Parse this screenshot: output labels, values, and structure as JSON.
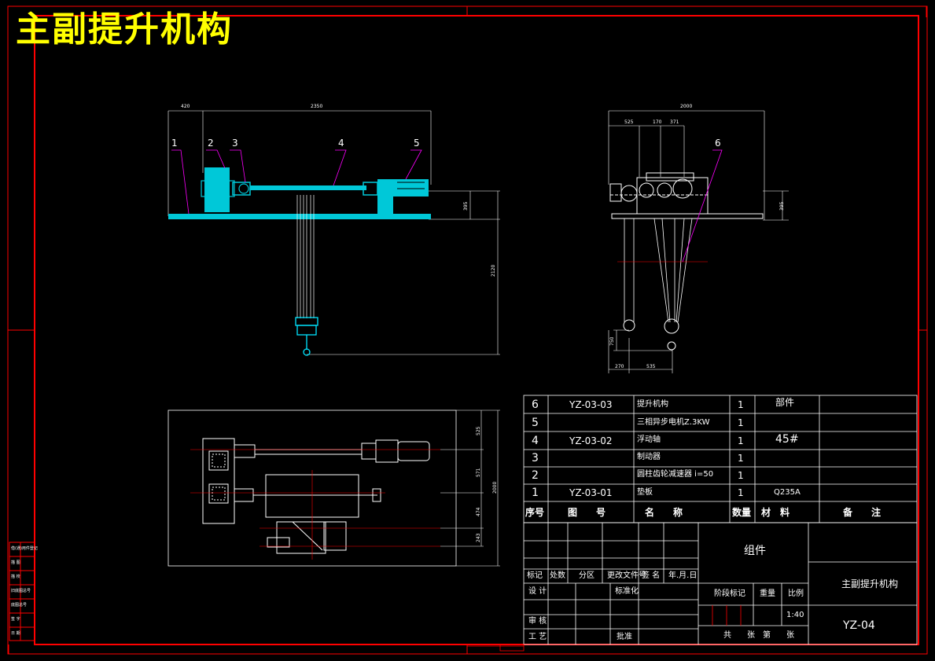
{
  "drawing": {
    "title": "主副提升机构",
    "colors": {
      "frame": "#ff0000",
      "accent": "#00e5ff",
      "text": "#ffffff",
      "title": "#ffff00",
      "leader": "#ff00ff"
    }
  },
  "front_view": {
    "dims": {
      "left": "420",
      "top": "2350",
      "right": "395",
      "vertical": "2120"
    },
    "callouts": [
      "1",
      "2",
      "3",
      "4",
      "5"
    ]
  },
  "side_view": {
    "dims": {
      "top": "2000",
      "sub1": "525",
      "sub2": "170",
      "sub3": "371",
      "right": "395",
      "bottom_left": "270",
      "bottom_right": "535",
      "left_v": "750"
    },
    "callouts": [
      "6"
    ]
  },
  "plan_view": {
    "dims": {
      "d1": "525",
      "d2": "571",
      "d3": "474",
      "d4": "243",
      "total": "2000"
    }
  },
  "bom": {
    "rows": [
      {
        "no": "6",
        "code": "YZ-03-03",
        "name": "提升机构",
        "qty": "1",
        "material": "部件",
        "remark": ""
      },
      {
        "no": "5",
        "code": "",
        "name": "三相异步电机Z.3KW",
        "qty": "1",
        "material": "",
        "remark": ""
      },
      {
        "no": "4",
        "code": "YZ-03-02",
        "name": "浮动轴",
        "qty": "1",
        "material": "45#",
        "remark": ""
      },
      {
        "no": "3",
        "code": "",
        "name": "制动器",
        "qty": "1",
        "material": "",
        "remark": ""
      },
      {
        "no": "2",
        "code": "",
        "name": "圆柱齿轮减速器 i=50",
        "qty": "1",
        "material": "",
        "remark": ""
      },
      {
        "no": "1",
        "code": "YZ-03-01",
        "name": "垫板",
        "qty": "1",
        "material": "Q235A",
        "remark": ""
      }
    ],
    "header": {
      "no": "序号",
      "code": "图　　号",
      "name": "名　　称",
      "qty": "数量",
      "material": "材　料",
      "remark": "备　　注"
    }
  },
  "title_block": {
    "assembly": "组件",
    "name": "主副提升机构",
    "drawing_no": "YZ-04",
    "scale": "1:40",
    "labels": {
      "mark": "标记",
      "count": "处数",
      "zone": "分区",
      "change_doc": "更改文件号",
      "sign": "签 名",
      "date": "年.月.日",
      "design": "设 计",
      "standard": "标准化",
      "review": "审 核",
      "process": "工 艺",
      "approve": "批准",
      "stage": "阶段标记",
      "weight": "重量",
      "ratio": "比例",
      "sheets": "共　　张　第　　张"
    }
  },
  "side_strip": [
    "借(通)用件登记",
    "描 图",
    "描 校",
    "旧底图总号",
    "底图总号",
    "签 字",
    "日 期"
  ]
}
